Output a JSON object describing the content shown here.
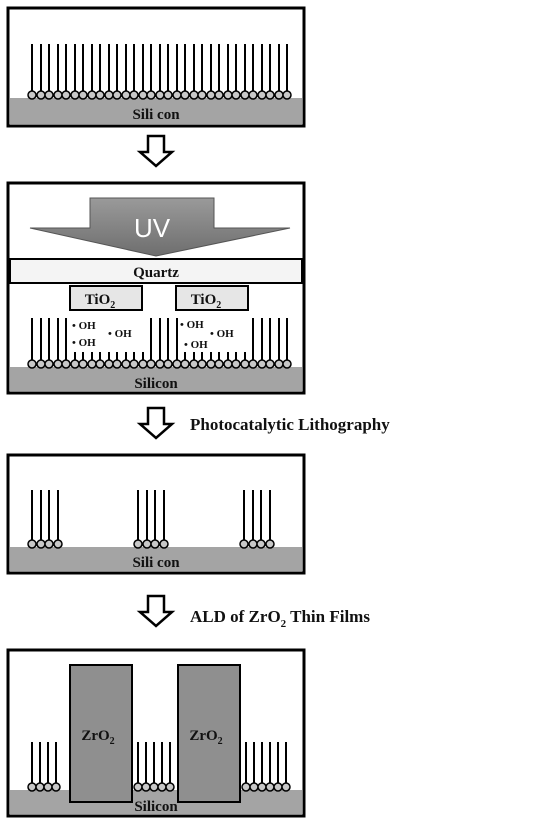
{
  "panels": {
    "p1": {
      "substrate": "Sili con"
    },
    "p2": {
      "uv": "UV",
      "quartz": "Quartz",
      "mask_left": "TiO",
      "mask_left_sub": "2",
      "mask_right": "TiO",
      "mask_right_sub": "2",
      "oh_left": [
        "• OH",
        "• OH",
        "• OH"
      ],
      "oh_right": [
        "• OH",
        "• OH",
        "• OH"
      ],
      "substrate": "Silicon"
    },
    "p3": {
      "substrate": "Sili con"
    },
    "p4": {
      "film_left": "ZrO",
      "film_left_sub": "2",
      "film_right": "ZrO",
      "film_right_sub": "2",
      "substrate": "Silicon"
    }
  },
  "steps": {
    "s2": "Photocatalytic Lithography",
    "s3_main": "ALD of ZrO",
    "s3_sub": "2",
    "s3_tail": " Thin Films"
  },
  "colors": {
    "substrate": "#a4a4a4",
    "uv_arrow": "#7a7a7a",
    "film": "#8f8f8f",
    "ink": "#111111"
  }
}
